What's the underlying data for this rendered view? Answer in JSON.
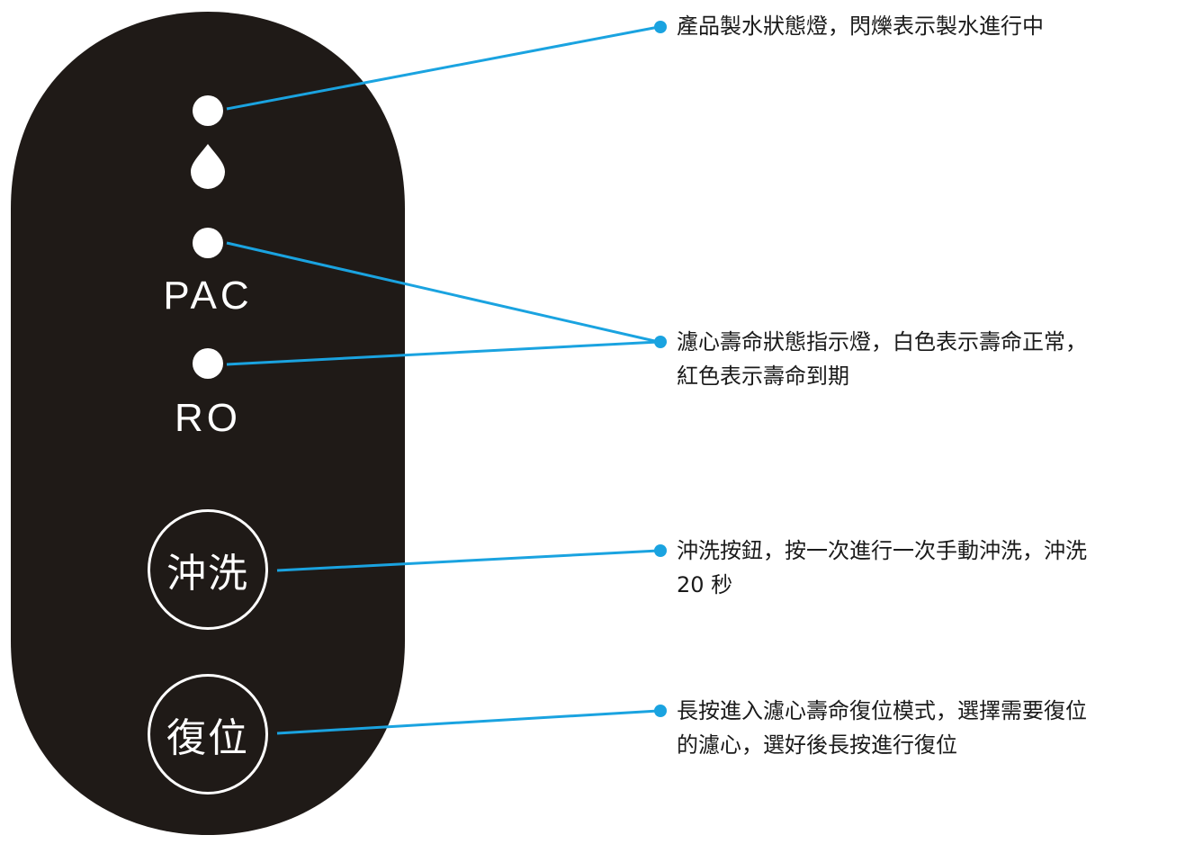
{
  "panel": {
    "pac_label": "PAC",
    "ro_label": "RO",
    "flush_button_label": "沖洗",
    "reset_button_label": "復位"
  },
  "callouts": {
    "production_light": [
      "產品製水狀態燈，閃爍表示製水進行中"
    ],
    "filter_life": [
      "濾心壽命狀態指示燈，白色表示壽命正常，",
      "紅色表示壽命到期"
    ],
    "flush_button": [
      "沖洗按鈕，按一次進行一次手動沖洗，沖洗",
      "20 秒"
    ],
    "reset_button": [
      "長按進入濾心壽命復位模式，選擇需要復位",
      "的濾心，選好後長按進行復位"
    ]
  },
  "colors": {
    "panel": "#1f1a17",
    "leader": "#1aa3e0",
    "indicator": "#ffffff"
  },
  "icons": [
    "production-indicator-dot",
    "water-drop-icon",
    "pac-indicator-dot",
    "ro-indicator-dot"
  ]
}
